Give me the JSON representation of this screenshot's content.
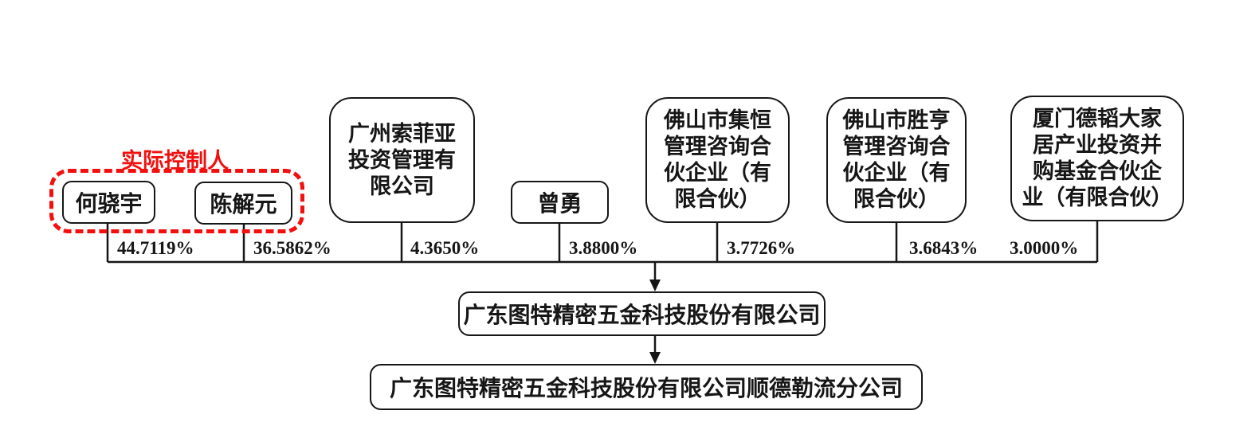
{
  "annotation": {
    "label": "实际控制人"
  },
  "shareholders": [
    {
      "name": "何骁宇",
      "lines": [
        "何骁宇"
      ],
      "percentage": "44.7119%",
      "is_actual_controller": true
    },
    {
      "name": "陈解元",
      "lines": [
        "陈解元"
      ],
      "percentage": "36.5862%",
      "is_actual_controller": true
    },
    {
      "name": "广州索菲亚投资管理有限公司",
      "lines": [
        "广州索菲亚",
        "投资管理有",
        "限公司"
      ],
      "percentage": "4.3650%",
      "is_actual_controller": false
    },
    {
      "name": "曾勇",
      "lines": [
        "曾勇"
      ],
      "percentage": "3.8800%",
      "is_actual_controller": false
    },
    {
      "name": "佛山市集恒管理咨询合伙企业（有限合伙）",
      "lines": [
        "佛山市集恒",
        "管理咨询合",
        "伙企业（有",
        "限合伙）"
      ],
      "percentage": "3.7726%",
      "is_actual_controller": false
    },
    {
      "name": "佛山市胜亨管理咨询合伙企业（有限合伙）",
      "lines": [
        "佛山市胜亨",
        "管理咨询合",
        "伙企业（有",
        "限合伙）"
      ],
      "percentage": "3.6843%",
      "is_actual_controller": false
    },
    {
      "name": "厦门德韬大家居产业投资并购基金合伙企业（有限合伙）",
      "lines": [
        "厦门德韬大家",
        "居产业投资并",
        "购基金合伙企",
        "业（有限合伙）"
      ],
      "percentage": "3.0000%",
      "is_actual_controller": false
    }
  ],
  "company": {
    "name": "广东图特精密五金科技股份有限公司"
  },
  "branch": {
    "name": "广东图特精密五金科技股份有限公司顺德勒流分公司"
  },
  "colors": {
    "accent-red": "#f2100f",
    "line-black": "#161616",
    "background": "#ffffff"
  }
}
